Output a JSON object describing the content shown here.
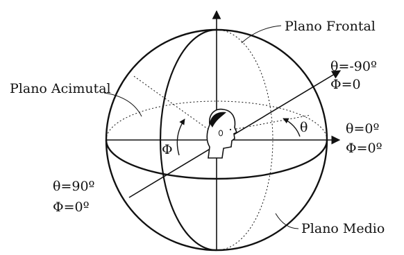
{
  "labels": {
    "plano_frontal": "Plano Frontal",
    "plano_acimutal": "Plano Acimutal",
    "plano_medio": "Plano Medio",
    "theta_symbol": "θ",
    "phi_symbol": "Φ",
    "right_axis_theta": "θ=0º",
    "right_axis_phi": "Φ=0º",
    "upper_right_theta": "θ=-90º",
    "upper_right_phi": "Φ=0",
    "lower_left_theta": "θ=90º",
    "lower_left_phi": "Φ=0º"
  },
  "colors": {
    "ink": "#111111",
    "background": "#ffffff"
  },
  "icons": {
    "head": "head-icon"
  }
}
